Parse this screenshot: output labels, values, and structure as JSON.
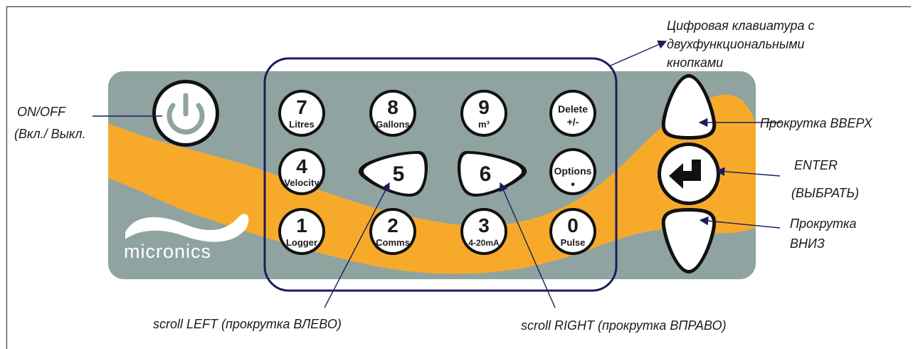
{
  "labels": {
    "keypad_title": [
      "Цифровая клавиатура с",
      "двухфункциональными",
      "кнопками"
    ],
    "on_off": [
      "ON/OFF",
      "(Вкл./ Выкл."
    ],
    "scroll_up": "Прокрутка ВВЕРХ",
    "enter": [
      "ENTER",
      "(ВЫБРАТЬ)"
    ],
    "scroll_down": [
      "Прокрутка",
      "ВНИЗ"
    ],
    "scroll_left": "scroll LEFT (прокрутка ВЛЕВО)",
    "scroll_right": "scroll RIGHT (прокрутка ВПРАВО)"
  },
  "brand": {
    "name": "micronics"
  },
  "keys": {
    "k7": {
      "main": "7",
      "sub": "Litres"
    },
    "k8": {
      "main": "8",
      "sub": "Gallons"
    },
    "k9": {
      "main": "9",
      "sub": "m³"
    },
    "delete": {
      "main": "Delete",
      "sub": "+/-"
    },
    "k4": {
      "main": "4",
      "sub": "Velocity"
    },
    "k5": {
      "main": "5"
    },
    "k6": {
      "main": "6"
    },
    "options": {
      "main": "Options",
      "sub": "•"
    },
    "k1": {
      "main": "1",
      "sub": "Logger"
    },
    "k2": {
      "main": "2",
      "sub": "Comms"
    },
    "k3": {
      "main": "3",
      "sub": "4-20mA"
    },
    "k0": {
      "main": "0",
      "sub": "Pulse"
    }
  },
  "colors": {
    "panel": "#8fa3a1",
    "swoosh": "#f7aa2a",
    "keypad_outline": "#1b1c5e",
    "leader": "#1b1c5e"
  }
}
